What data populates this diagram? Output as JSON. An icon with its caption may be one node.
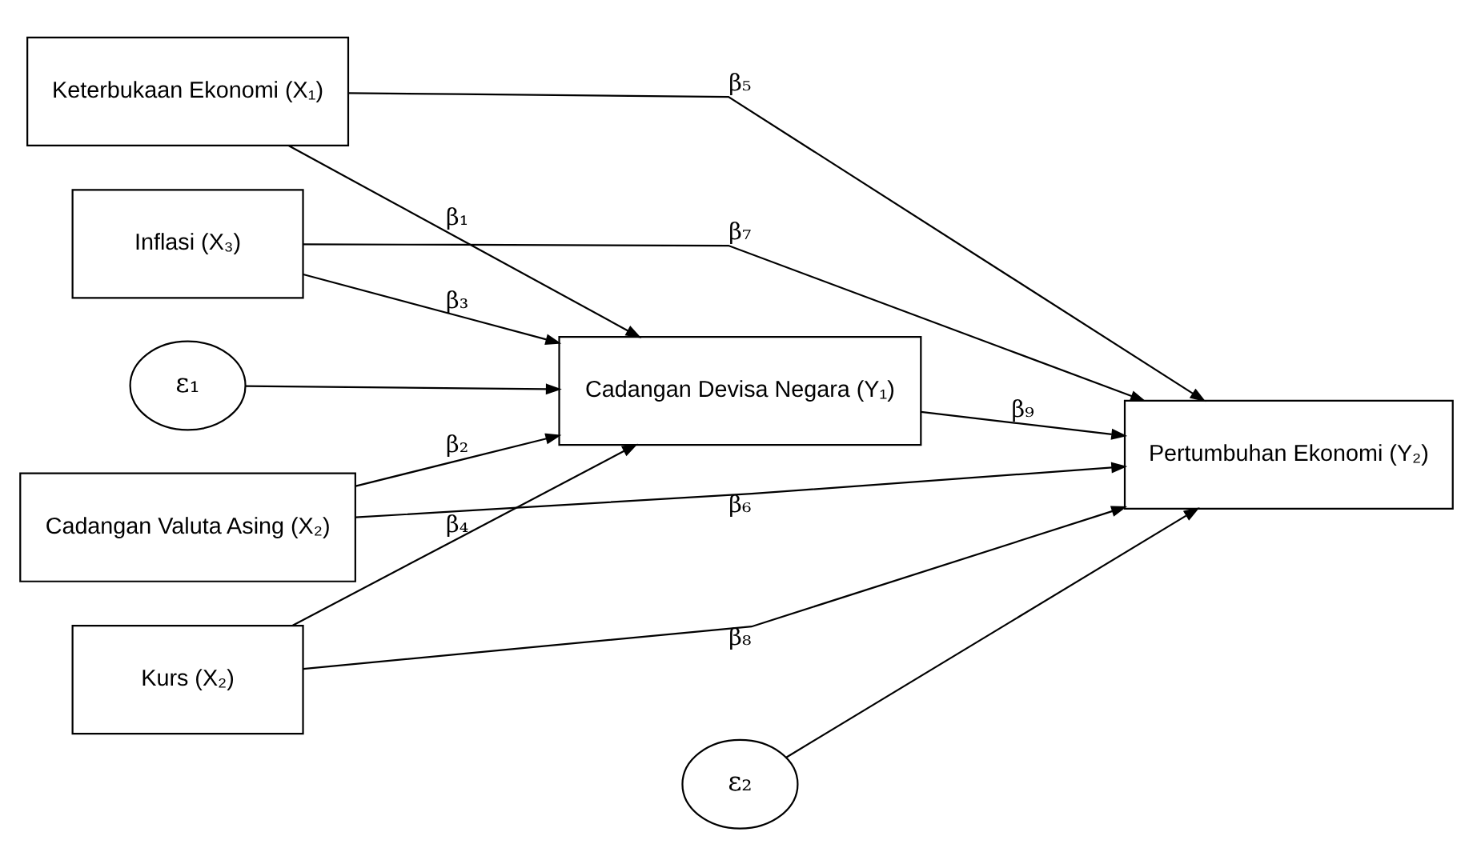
{
  "diagram": {
    "nodes": [
      {
        "text": [
          "Keterbukaan Ekonomi (X₁)"
        ]
      },
      {
        "text": [
          "Cadangan Valuta Asing (X₂)"
        ]
      },
      {
        "text": [
          "Inflasi (X₃)"
        ]
      },
      {
        "text": [
          "Kurs (X₂)"
        ]
      },
      {
        "text": [
          "ε₁"
        ]
      },
      {
        "text": [
          "Cadangan Devisa Negara (Y₁)"
        ]
      },
      {
        "text": [
          "ε₂"
        ]
      },
      {
        "text": [
          "Pertumbuhan Ekonomi (Y₂)"
        ]
      }
    ],
    "edges": [
      {
        "from": 0,
        "to": 5,
        "arrow": "to",
        "label": "β₁"
      },
      {
        "from": 1,
        "to": 5,
        "arrow": "to",
        "label": "β₂"
      },
      {
        "from": 2,
        "to": 5,
        "arrow": "to",
        "label": "β₃"
      },
      {
        "from": 3,
        "to": 5,
        "arrow": "to",
        "label": "β₄"
      },
      {
        "from": 0,
        "to": 7,
        "arrow": "to",
        "label": "β₅"
      },
      {
        "from": 1,
        "to": 7,
        "arrow": "to",
        "label": "β₆"
      },
      {
        "from": 2,
        "to": 7,
        "arrow": "to",
        "label": "β₇"
      },
      {
        "from": 3,
        "to": 7,
        "arrow": "to",
        "label": "β₈"
      },
      {
        "from": 5,
        "to": 7,
        "arrow": "to",
        "label": "β₉"
      },
      {
        "from": 4,
        "to": 5,
        "arrow": "to"
      },
      {
        "from": 6,
        "to": 7,
        "arrow": "to"
      }
    ]
  }
}
